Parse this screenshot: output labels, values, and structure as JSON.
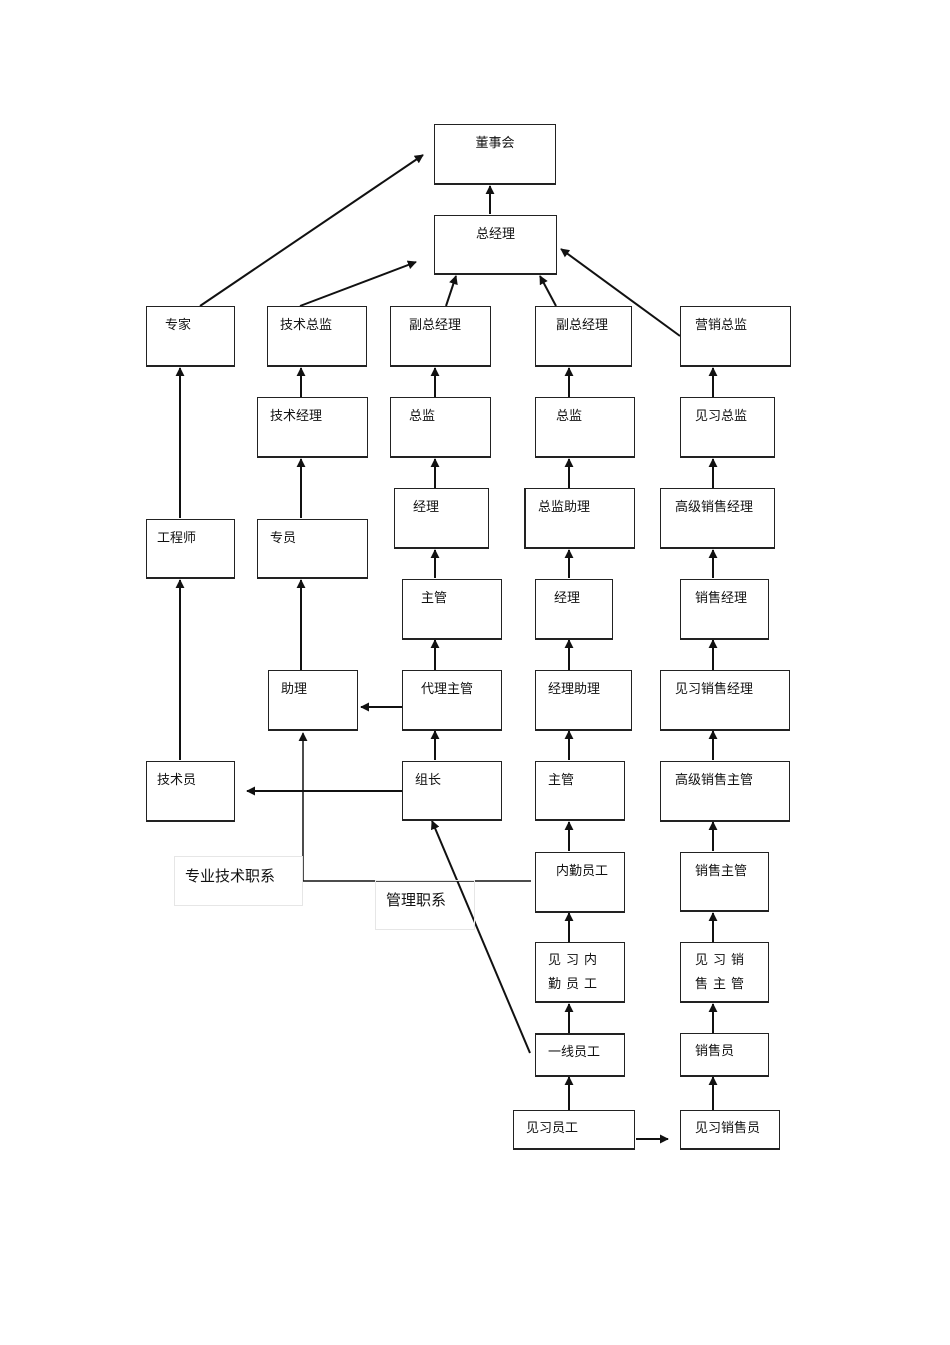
{
  "nodes": {
    "board": "董事会",
    "gm": "总经理",
    "expert": "专家",
    "tech_director": "技术总监",
    "vgm_a": "副总经理",
    "vgm_b": "副总经理",
    "sales_director": "营销总监",
    "tech_manager": "技术经理",
    "director_a": "总监",
    "director_b": "总监",
    "trainee_director": "见习总监",
    "engineer": "工程师",
    "specialist": "专员",
    "manager_a": "经理",
    "director_assistant": "总监助理",
    "senior_sales_manager": "高级销售经理",
    "supervisor_a": "主管",
    "manager_b": "经理",
    "sales_manager": "销售经理",
    "assistant": "助理",
    "acting_supervisor": "代理主管",
    "manager_assistant": "经理助理",
    "trainee_sales_manager": "见习销售经理",
    "technician": "技术员",
    "team_leader": "组长",
    "supervisor_b": "主管",
    "senior_sales_supervisor": "高级销售主管",
    "office_staff": "内勤员工",
    "sales_supervisor": "销售主管",
    "trainee_office_staff": "见习内勤员工",
    "trainee_sales_supervisor": "见习销售主管",
    "frontline_staff": "一线员工",
    "salesperson": "销售员",
    "trainee_staff": "见习员工",
    "trainee_salesperson": "见习销售员"
  },
  "captions": {
    "professional_track": "专业技术职系",
    "management_track": "管理职系"
  }
}
